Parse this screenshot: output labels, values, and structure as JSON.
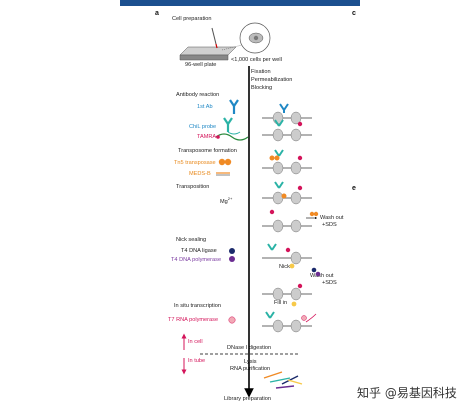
{
  "panels": {
    "a": "a",
    "c": "c",
    "e": "e"
  },
  "cell_preparation": {
    "title": "Cell preparation",
    "plate_label": "96-well plate",
    "cells_label": "<1,000 cells per well"
  },
  "steps_right": [
    "Fixation",
    "Permeabilization",
    "Blocking"
  ],
  "antibody_reaction": {
    "title": "Antibody reaction",
    "primary_ab": "1st Ab",
    "chil_probe": "ChiL probe",
    "tamra": "TAMRA"
  },
  "transposome": {
    "title": "Transposome formation",
    "tn5": "Tn5 transposase",
    "meds": "MEDS-B"
  },
  "transposition": {
    "title": "Transposition",
    "mg": "Mg",
    "mg_sup": "2+"
  },
  "wash1": {
    "line1": "Wash out",
    "line2": "+SDS"
  },
  "nick_sealing": {
    "title": "Nick sealing",
    "ligase": "T4 DNA ligase",
    "polymerase": "T4 DNA polymerase",
    "nick": "Nick"
  },
  "wash2": {
    "line1": "Wash out",
    "line2": "+SDS"
  },
  "fill_in": "Fill in",
  "in_situ": {
    "title": "In situ transcription",
    "t7": "T7 RNA polymerase"
  },
  "dnase": "DNase I digestion",
  "in_cell": "In cell",
  "in_tube": "In tube",
  "lysis": {
    "line1": "Lysis",
    "line2": "RNA purification"
  },
  "library": "Library preparation",
  "watermark": "知乎 @易基因科技",
  "colors": {
    "antibody_teal": "#2bb3a6",
    "antibody_blue": "#1f88c5",
    "tamra_red": "#d4145a",
    "tn5_orange": "#f08a24",
    "dna_gray": "#9a9a9a",
    "purple": "#6a2c91",
    "navy": "#1b2a6b"
  }
}
